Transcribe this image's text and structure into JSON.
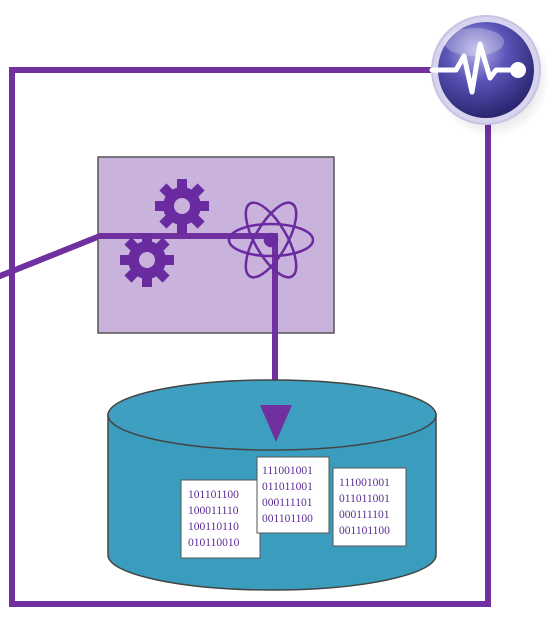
{
  "colors": {
    "frame": "#7030a0",
    "processor_fill": "#c9b3dd",
    "processor_border": "#555555",
    "database": "#3a9dbd",
    "database_top": "#3f9fc0",
    "icon_purple": "#6a2aa0"
  },
  "icons": {
    "heartbeat": "heartbeat-monitor-icon",
    "gears": "gears-icon",
    "atom": "atom-icon"
  },
  "cards": [
    {
      "lines": [
        "101101100",
        "100011110",
        "100110110",
        "010110010"
      ]
    },
    {
      "lines": [
        "111001001",
        "011011001",
        "000111101",
        "001101100"
      ]
    },
    {
      "lines": [
        "111001001",
        "011011001",
        "000111101",
        "001101100"
      ]
    }
  ]
}
